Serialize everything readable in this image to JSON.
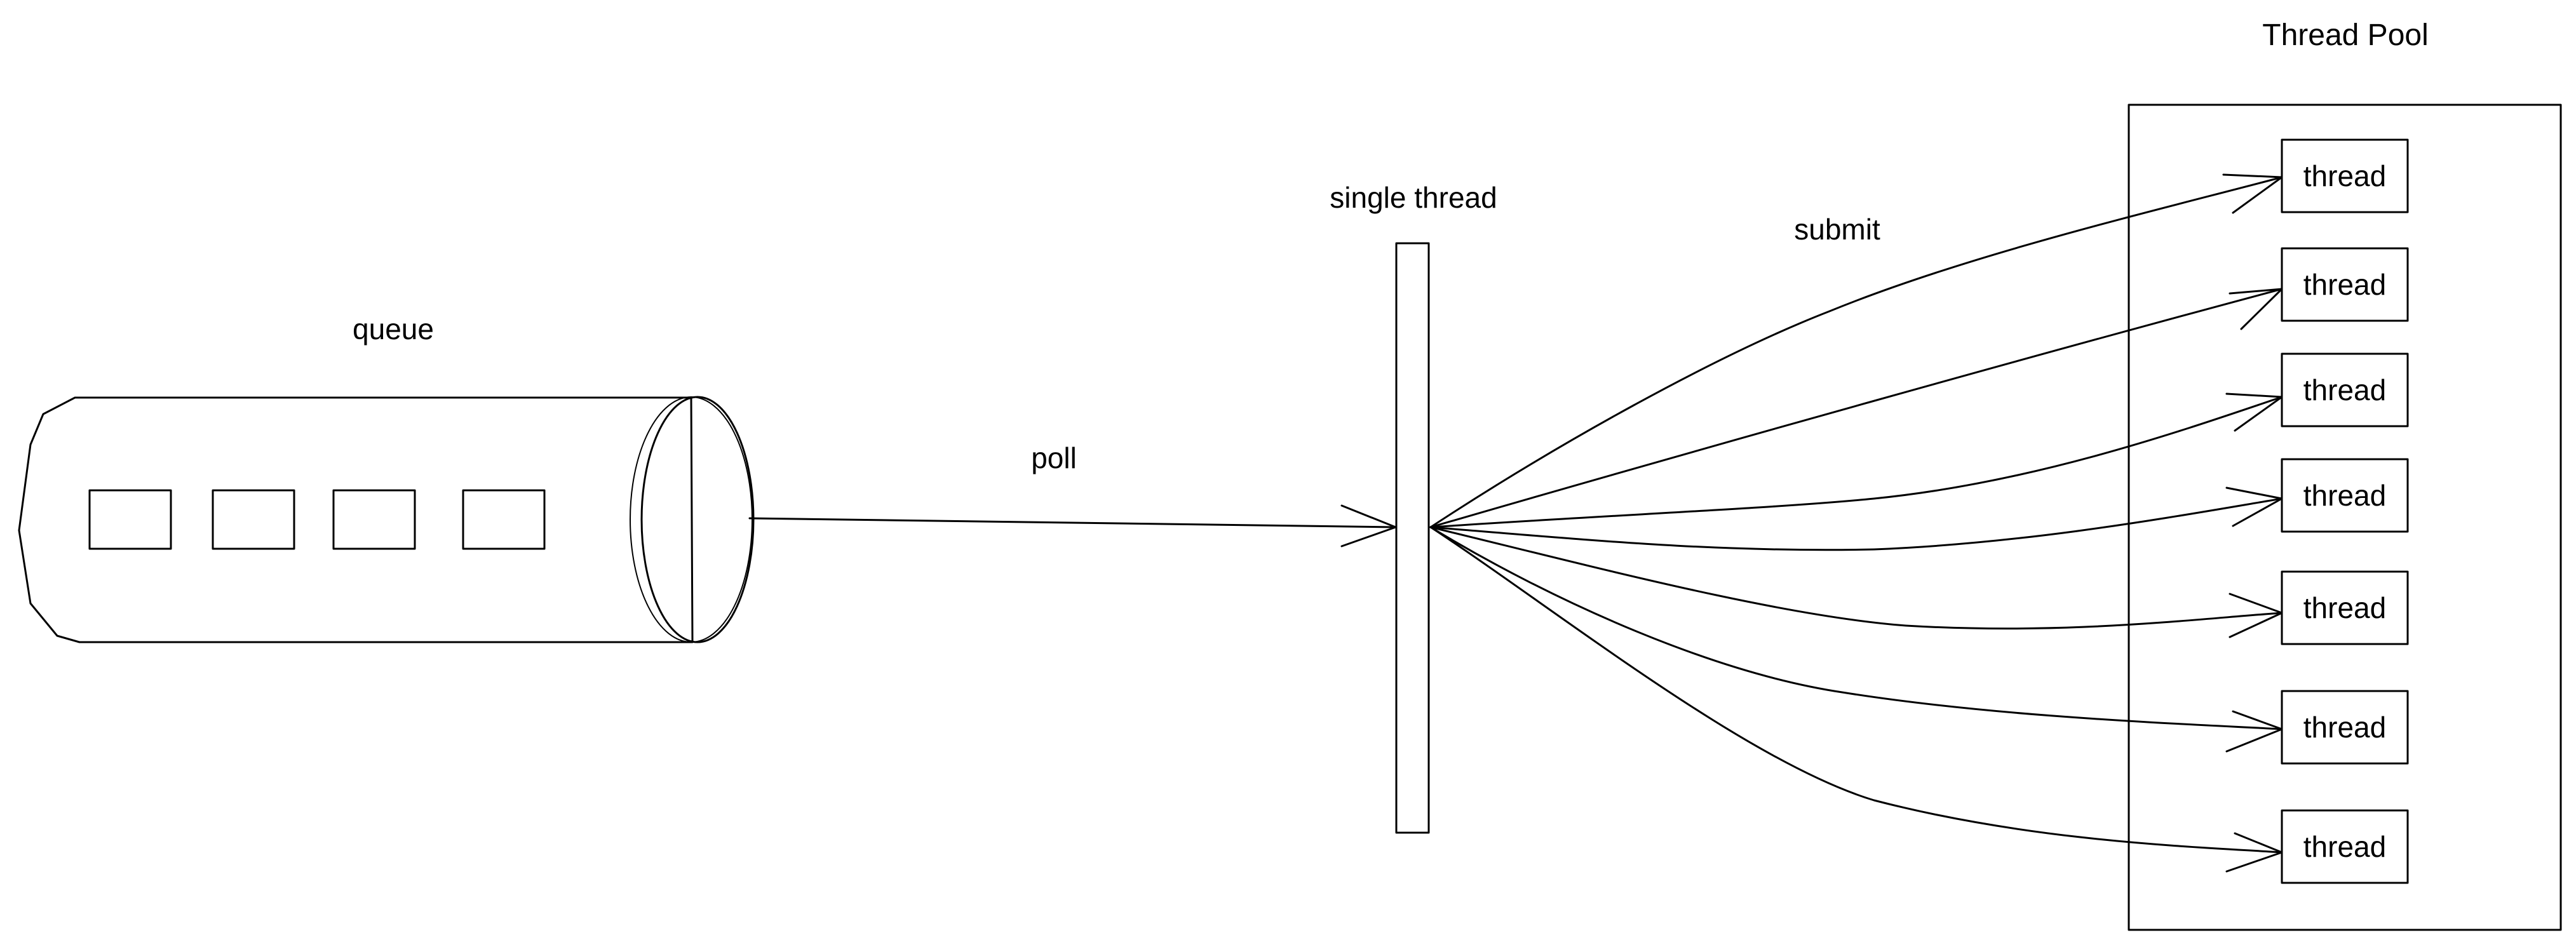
{
  "labels": {
    "queue": "queue",
    "poll": "poll",
    "single_thread": "single thread",
    "submit": "submit",
    "thread_pool": "Thread Pool"
  },
  "threads": [
    "thread",
    "thread",
    "thread",
    "thread",
    "thread",
    "thread",
    "thread"
  ],
  "queue_items": 4,
  "colors": {
    "stroke": "#000000",
    "background": "#ffffff"
  }
}
